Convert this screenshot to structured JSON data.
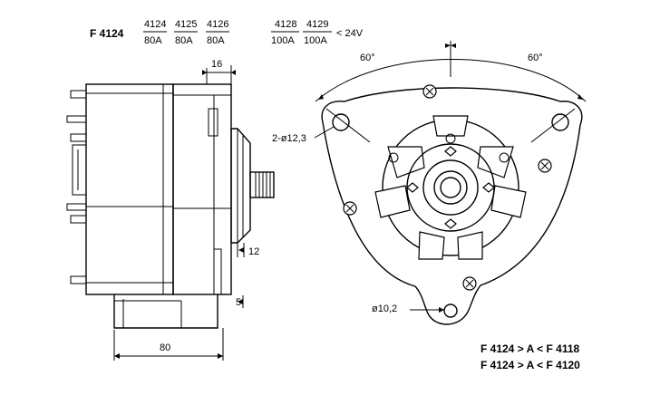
{
  "header": {
    "model": "F 4124",
    "variants_80a": [
      {
        "code": "4124",
        "amp": "80A"
      },
      {
        "code": "4125",
        "amp": "80A"
      },
      {
        "code": "4126",
        "amp": "80A"
      }
    ],
    "variants_100a": [
      {
        "code": "4128",
        "amp": "100A"
      },
      {
        "code": "4129",
        "amp": "100A"
      }
    ],
    "voltage": "< 24V"
  },
  "side_view": {
    "dim_top": "16",
    "dim_right_12": "12",
    "dim_right_5": "5",
    "dim_bottom": "80"
  },
  "front_view": {
    "angle_left": "60°",
    "angle_right": "60°",
    "hole_top": "2-ø12,3",
    "hole_bottom": "ø10,2"
  },
  "references": [
    "F 4124 > A < F 4118",
    "F 4124 > A < F 4120"
  ]
}
